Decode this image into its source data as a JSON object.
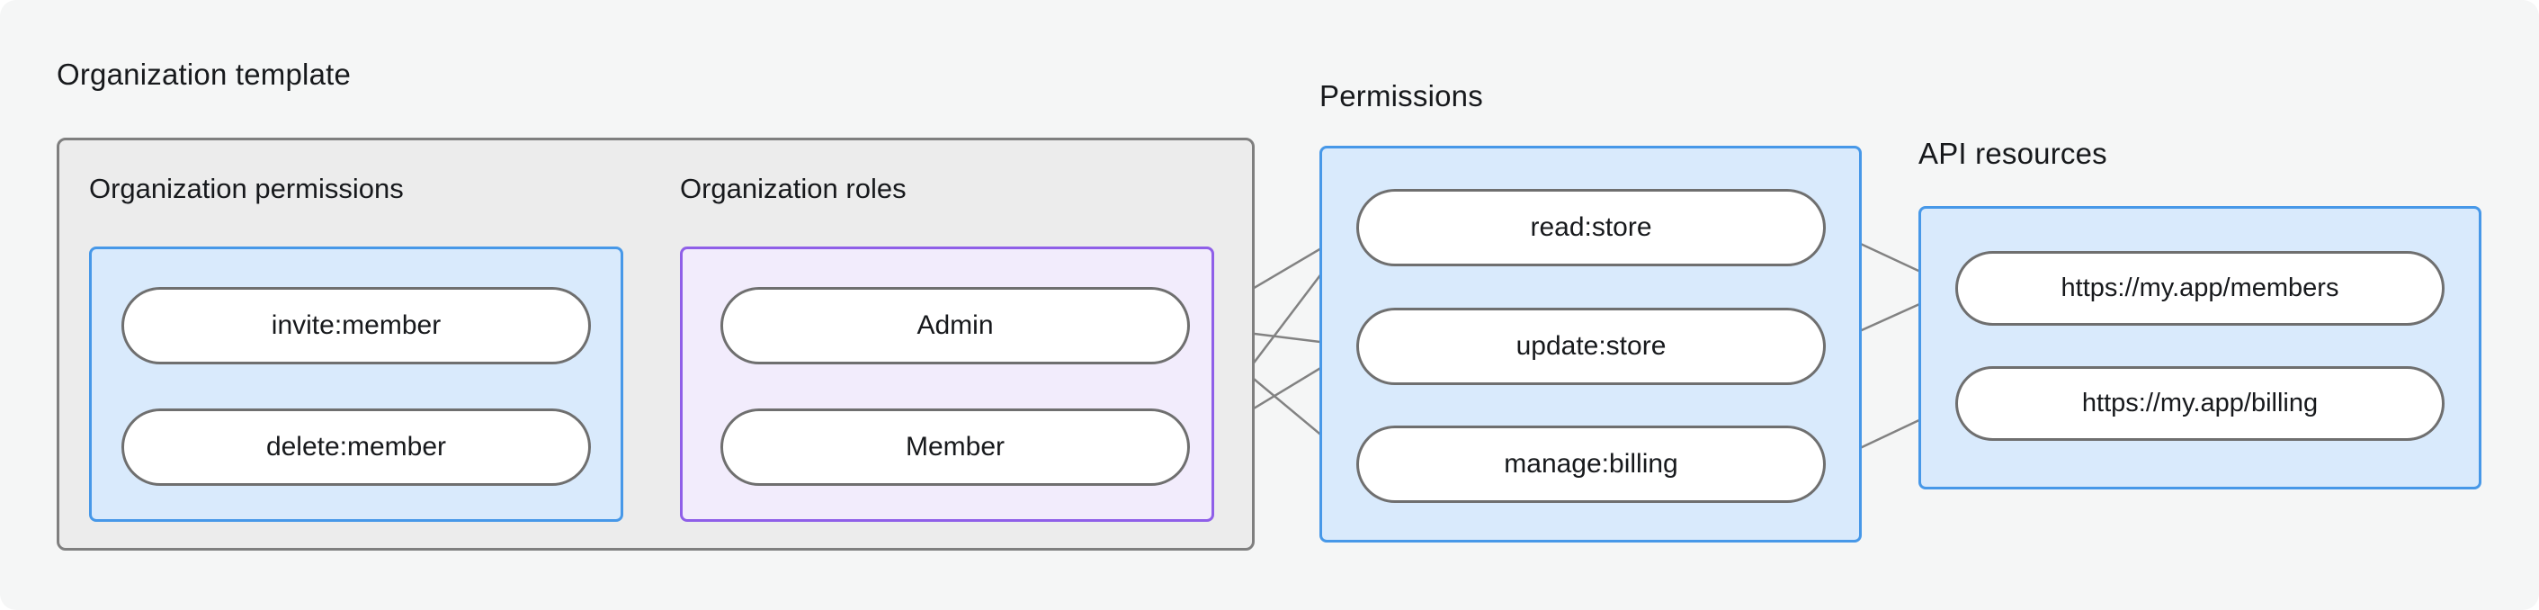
{
  "diagram": {
    "org_template": {
      "title": "Organization template",
      "org_permissions": {
        "title": "Organization permissions",
        "nodes": [
          "invite:member",
          "delete:member"
        ]
      },
      "org_roles": {
        "title": "Organization roles",
        "nodes": [
          "Admin",
          "Member"
        ]
      }
    },
    "permissions": {
      "title": "Permissions",
      "nodes": [
        "read:store",
        "update:store",
        "manage:billing"
      ]
    },
    "api_resources": {
      "title": "API resources",
      "nodes": [
        "https://my.app/members",
        "https://my.app/billing"
      ]
    },
    "edges": [
      {
        "from": "invite:member",
        "to": "Admin"
      },
      {
        "from": "invite:member",
        "to": "Member"
      },
      {
        "from": "delete:member",
        "to": "Admin"
      },
      {
        "from": "Admin",
        "to": "read:store"
      },
      {
        "from": "Admin",
        "to": "update:store"
      },
      {
        "from": "Admin",
        "to": "manage:billing"
      },
      {
        "from": "Member",
        "to": "read:store"
      },
      {
        "from": "Member",
        "to": "update:store"
      },
      {
        "from": "read:store",
        "to": "https://my.app/members"
      },
      {
        "from": "update:store",
        "to": "https://my.app/members"
      },
      {
        "from": "manage:billing",
        "to": "https://my.app/billing"
      }
    ],
    "colors": {
      "page_background": "#f5f6f6",
      "gray_box_background": "#ececec",
      "gray_box_border": "#7f7f7f",
      "blue_box_background": "#d9eafc",
      "blue_box_border": "#4798e8",
      "purple_box_background": "#f2ecfc",
      "purple_box_border": "#8f5fe8",
      "pill_border": "#6f6f6f",
      "connector_line": "#828282"
    }
  }
}
